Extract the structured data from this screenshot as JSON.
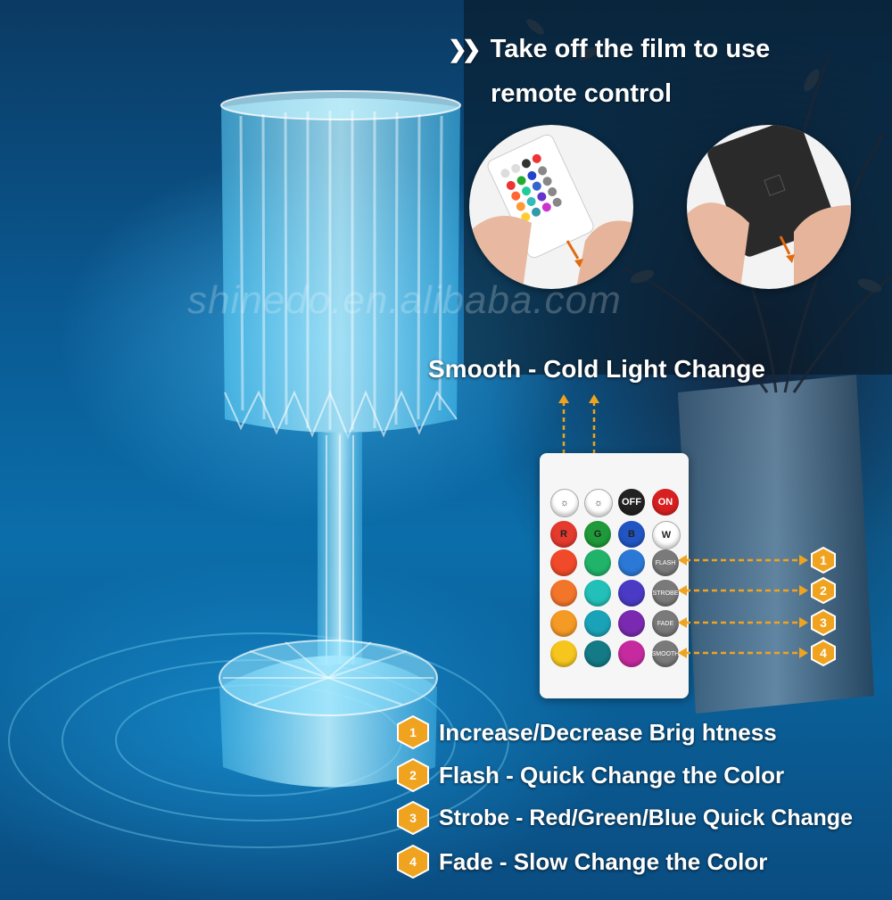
{
  "headline": {
    "line1": "Take off the film to use",
    "line2": "remote control"
  },
  "watermark": "shinedo.en.alibaba.com",
  "smooth_label": "Smooth - Cold Light Change",
  "remote": {
    "off": "OFF",
    "on": "ON",
    "r": "R",
    "g": "G",
    "b": "B",
    "w": "W",
    "flash": "FLASH",
    "strobe": "STROBE",
    "fade": "FADE",
    "smooth": "SMOOTH"
  },
  "callouts": [
    "1",
    "2",
    "3",
    "4"
  ],
  "legend": [
    {
      "num": "1",
      "text": "Increase/Decrease Brig htness"
    },
    {
      "num": "2",
      "text": "Flash - Quick Change the Color"
    },
    {
      "num": "3",
      "text": "Strobe - Red/Green/Blue Quick Change"
    },
    {
      "num": "4",
      "text": "Fade - Slow Change the Color"
    }
  ],
  "colors": {
    "accent_orange": "#f0a31f",
    "dash": "#f0a31f",
    "background": "#0a5a93"
  }
}
